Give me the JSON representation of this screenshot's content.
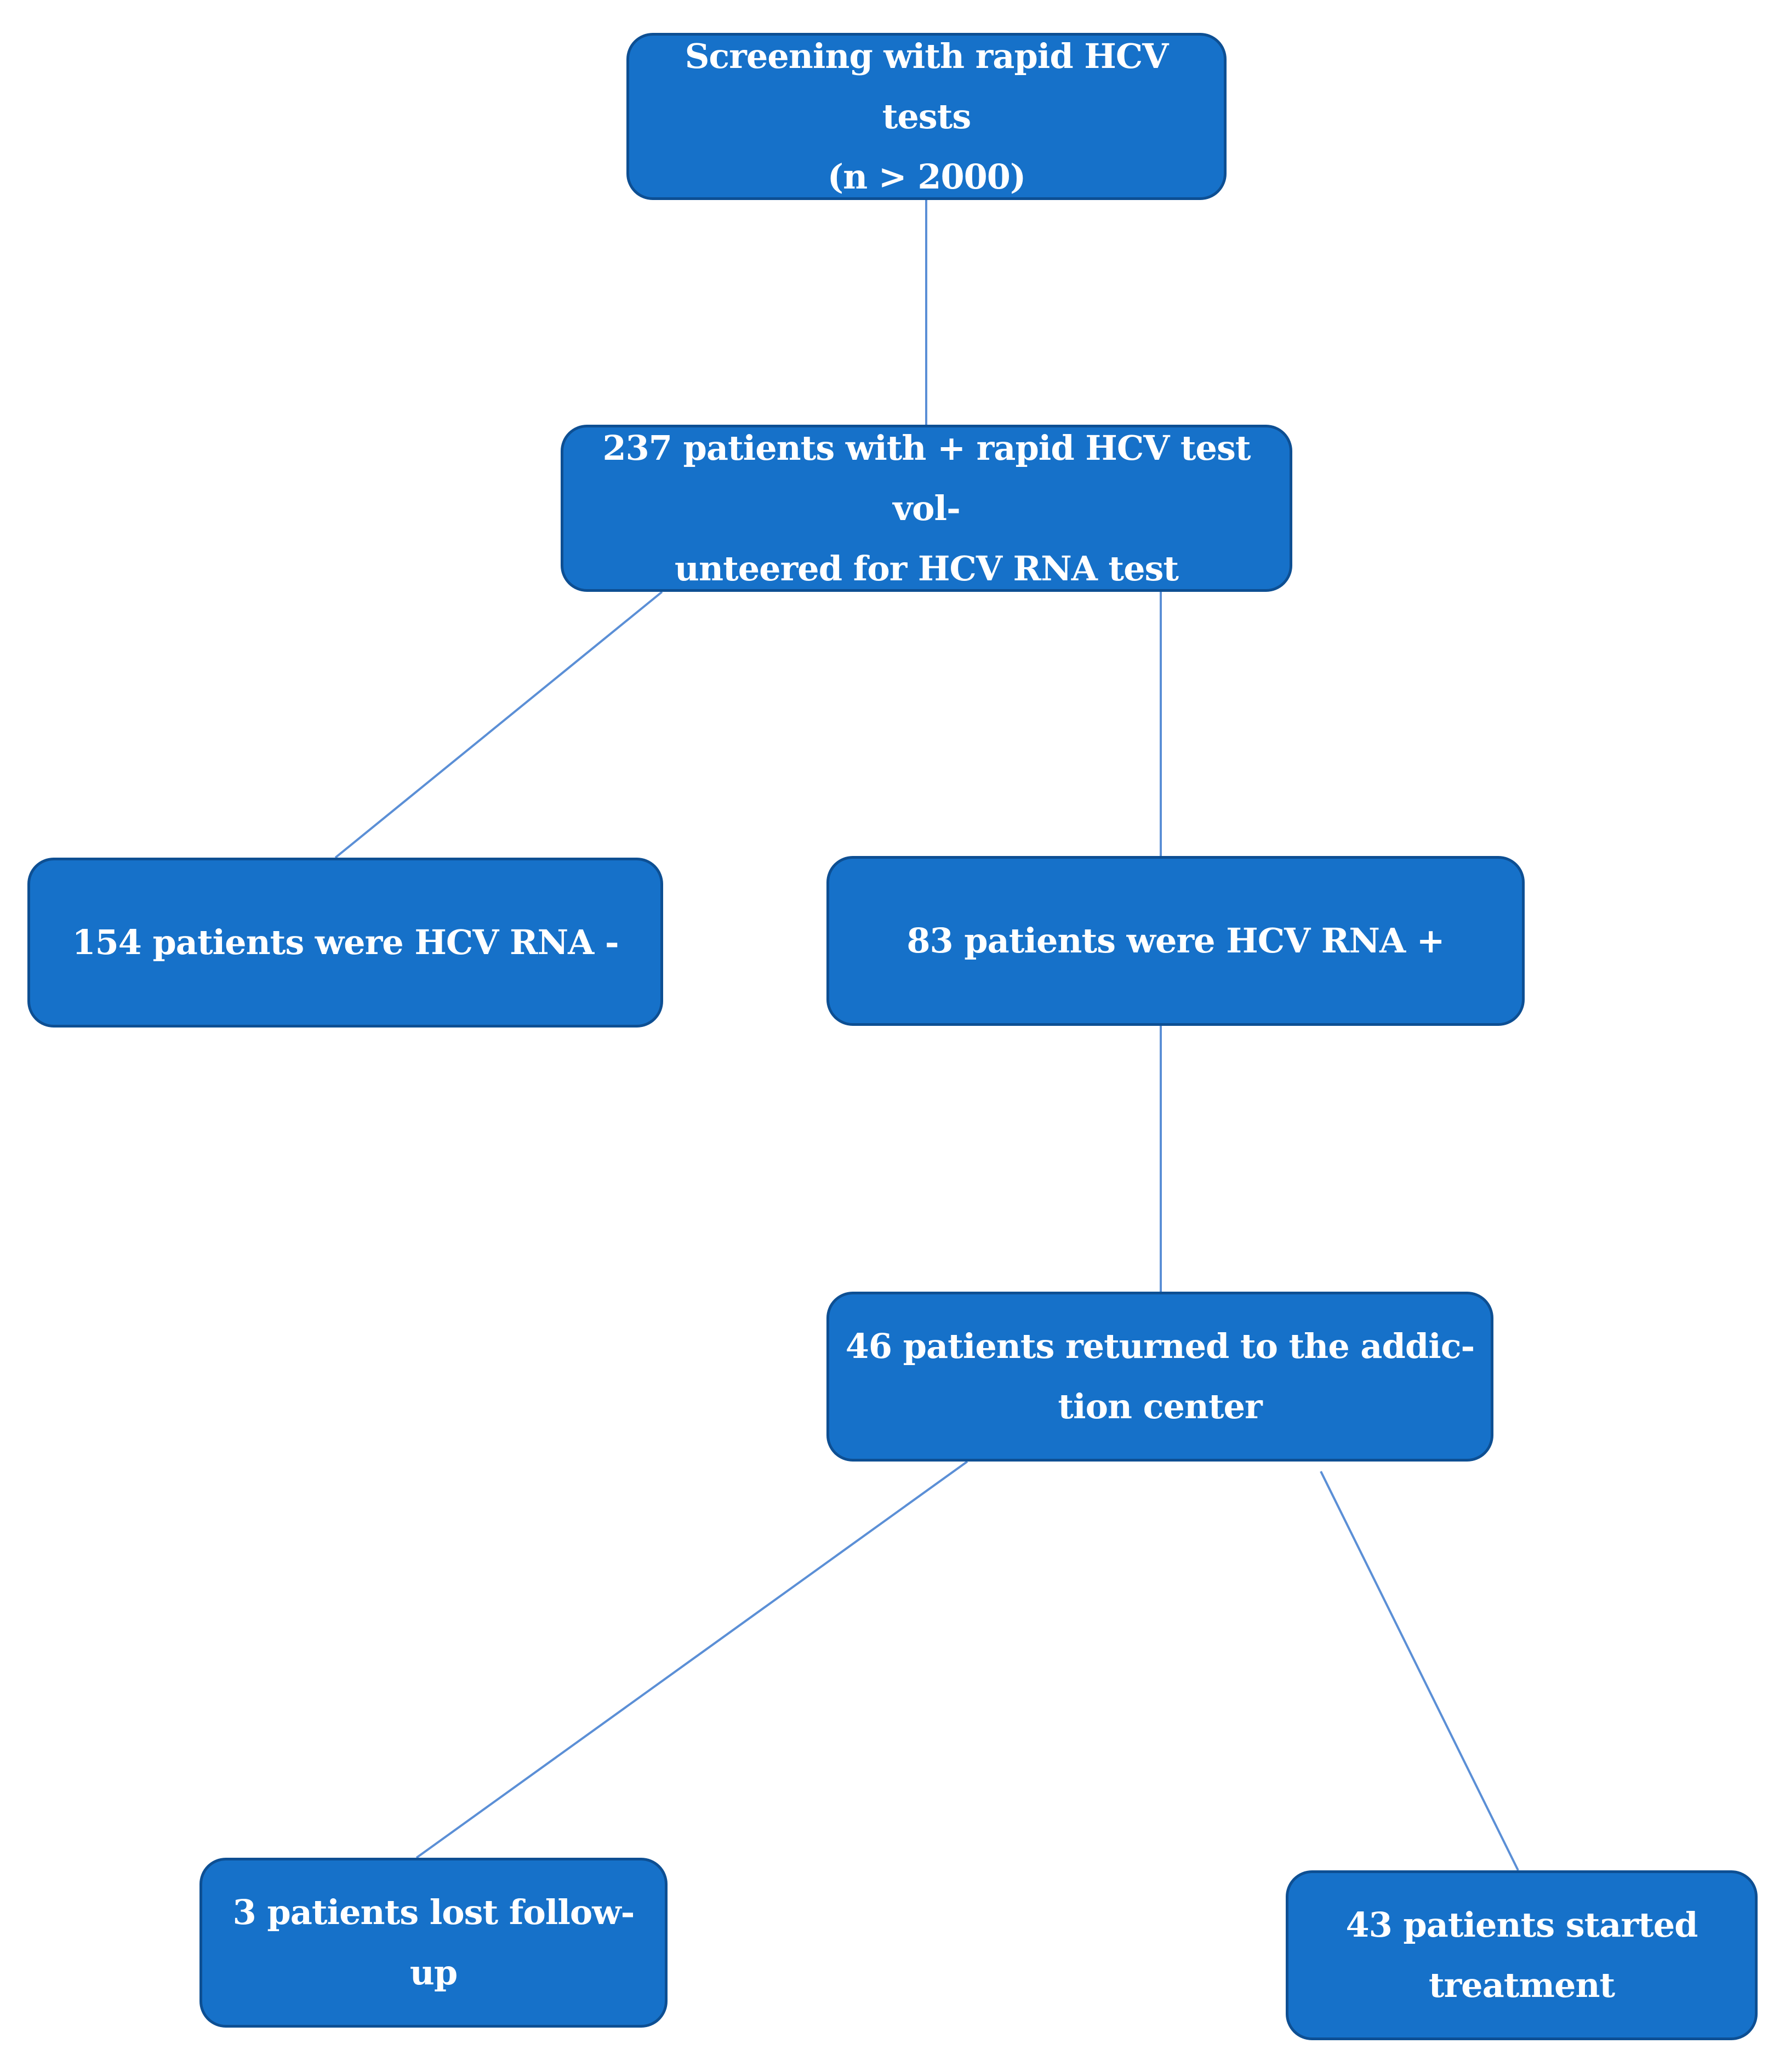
{
  "nodes": {
    "screening": "Screening with rapid HCV tests\n(n > 2000)",
    "rna_tested": "237 patients with + rapid HCV test vol-\nunteered for HCV RNA test",
    "rna_negative": "154 patients were HCV RNA -",
    "rna_positive": "83 patients were HCV RNA +",
    "returned": "46 patients returned to the addic-\ntion center",
    "lost": "3 patients lost follow-\nup",
    "treated": "43 patients started\ntreatment"
  },
  "colors": {
    "box_fill": "#1671c9",
    "box_border": "#0d4f93",
    "connector": "#5b8fd6",
    "text": "#ffffff"
  }
}
